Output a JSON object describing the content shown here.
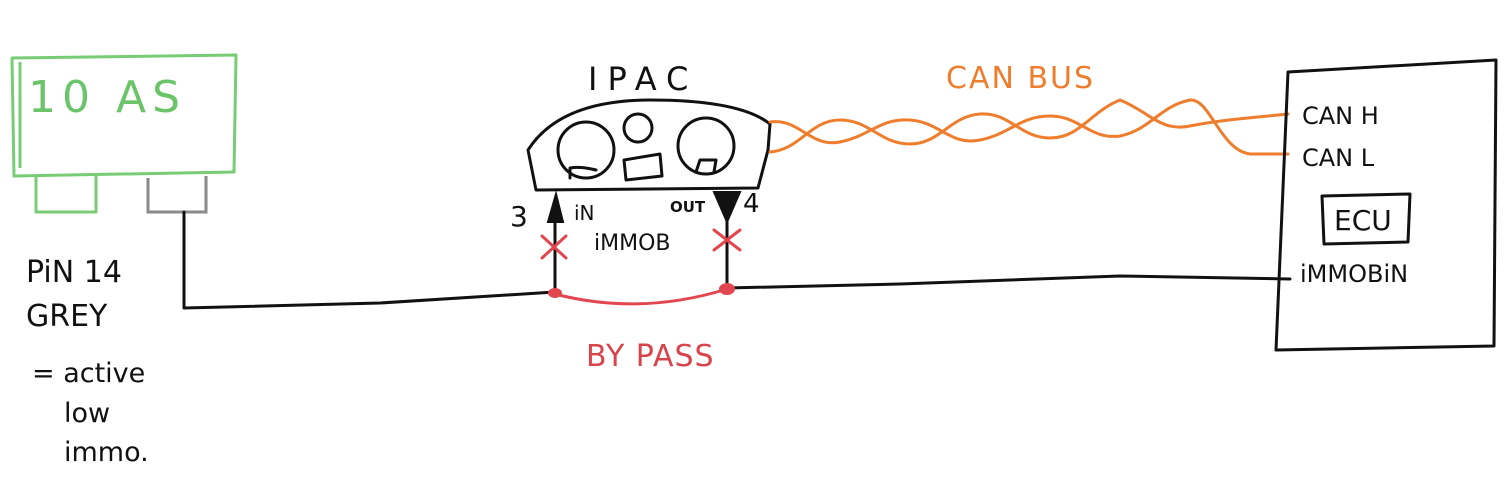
{
  "module_10as": {
    "label": "10 AS"
  },
  "pin_note": {
    "line1": "PiN 14",
    "line2": "GREY",
    "line3": "= active",
    "line4": "low",
    "line5": "immo."
  },
  "ipac": {
    "title": "IPAC",
    "pin_in_number": "3",
    "pin_in_label": "iN",
    "pin_out_label": "OUT",
    "pin_out_number": "4",
    "signal_label": "iMMOB"
  },
  "can_bus": {
    "label": "CAN BUS"
  },
  "ecu": {
    "can_h": "CAN H",
    "can_l": "CAN L",
    "title": "ECU",
    "immobin": "iMMOBiN"
  },
  "bypass": {
    "label": "BY PASS"
  },
  "colors": {
    "module_outline": "#78cc75",
    "connector_grey": "#8a8a8a",
    "can_bus": "#ef7d2e",
    "bypass": "#e2474f",
    "ink": "#111111"
  }
}
